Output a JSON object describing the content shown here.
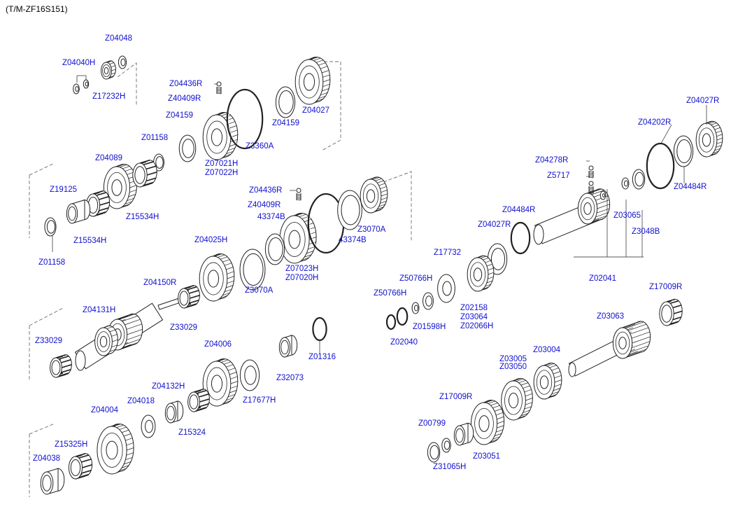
{
  "title": "(T/M-ZF16S151)",
  "labels": [
    "Z04048",
    "Z04040H",
    "Z17232H",
    "Z04436R",
    "Z40409R",
    "Z04159",
    "Z04159",
    "Z04027",
    "Z3360A",
    "Z07021H",
    "Z07022H",
    "Z01158",
    "Z04089",
    "Z19125",
    "Z15534H",
    "Z15534H",
    "Z01158",
    "Z04436R",
    "Z40409R",
    "43374B",
    "Z07023H",
    "Z07020H",
    "43374B",
    "Z3070A",
    "Z3070A",
    "Z04025H",
    "Z04150R",
    "Z04131H",
    "Z33029",
    "Z33029",
    "Z04006",
    "Z32073",
    "Z01316",
    "Z17677H",
    "Z04132H",
    "Z04018",
    "Z04004",
    "Z15324",
    "Z15325H",
    "Z04038",
    "Z04027R",
    "Z04202R",
    "Z04278R",
    "Z5717",
    "Z04484R",
    "Z03065",
    "Z3048B",
    "Z04484R",
    "Z04027R",
    "Z02041",
    "Z17732",
    "Z50766H",
    "Z50766H",
    "Z02158",
    "Z03064",
    "Z02066H",
    "Z01598H",
    "Z02040",
    "Z17009R",
    "Z03063",
    "Z03004",
    "Z03005",
    "Z03050",
    "Z17009R",
    "Z00799",
    "Z03051",
    "Z31065H"
  ]
}
